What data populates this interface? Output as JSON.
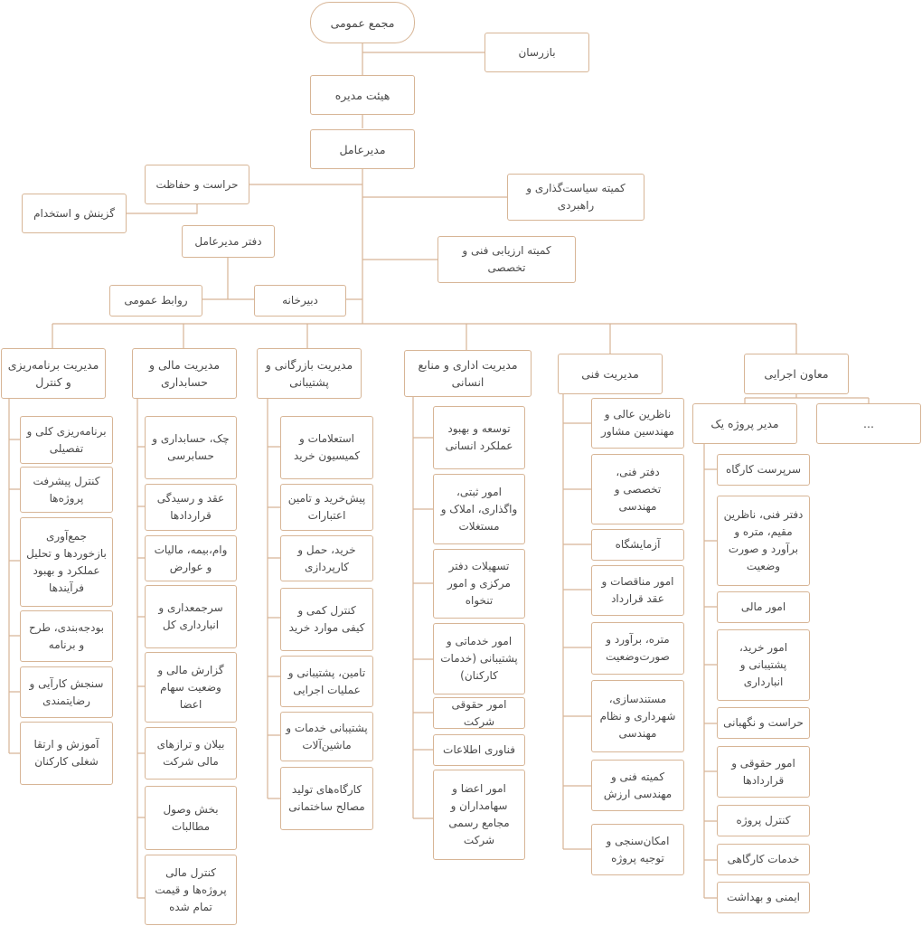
{
  "colors": {
    "border": "#d7b596",
    "line": "#d7b596",
    "text": "#4a4a4a"
  },
  "top": {
    "general_assembly": "مجمع عمومی",
    "inspectors": "بازرسان",
    "board": "هیئت مدیره",
    "ceo": "مدیرعامل",
    "security": "حراست و حفاظت",
    "recruitment": "گزینش و استخدام",
    "policy_committee": "کمیته سیاست‌گذاری و راهبردی",
    "ceo_office": "دفتر مدیرعامل",
    "evaluation_committee": "کمیته ارزیابی فنی و تخصصی",
    "public_relations": "روابط عمومی",
    "secretariat": "دبیرخانه"
  },
  "departments": {
    "planning": {
      "title": "مدیریت برنامه‌ریزی و کنترل",
      "items": [
        "برنامه‌ریزی کلی و تفصیلی",
        "کنترل پیشرفت پروژه‌ها",
        "جمع‌آوری بازخوردها و تحلیل عملکرد و بهبود فرآیندها",
        "بودجه‌بندی، طرح و برنامه",
        "سنجش کارآیی و رضایتمندی",
        "آموزش و ارتقا شغلی کارکنان"
      ]
    },
    "finance": {
      "title": "مدیریت مالی و حسابداری",
      "items": [
        "چک، حسابداری و حسابرسی",
        "عقد و رسیدگی قراردادها",
        "وام،بیمه، مالیات و عوارض",
        "سرجمعداری و انبارداری کل",
        "گزارش مالی و وضعیت سهام اعضا",
        "بیلان و ترازهای مالی شرکت",
        "بخش وصول مطالبات",
        "کنترل مالی پروژه‌ها و قیمت تمام شده"
      ]
    },
    "commerce": {
      "title": "مدیریت بازرگانی و پشتیبانی",
      "items": [
        "استعلامات و کمیسیون خرید",
        "پیش‌خرید و تامین اعتبارات",
        "خرید، حمل و کارپردازی",
        "کنترل کمی و کیفی موارد خرید",
        "تامین، پشتیبانی و عملیات اجرایی",
        "پشتیبانی خدمات و ماشین‌آلات",
        "کارگاه‌های تولید مصالح ساختمانی"
      ]
    },
    "admin": {
      "title": "مدیریت اداری و منابع انسانی",
      "items": [
        "توسعه و بهبود عملکرد انسانی",
        "امور ثبتی، واگذاری، املاک و مستغلات",
        "تسهیلات دفتر مرکزی و امور تنخواه",
        "امور خدماتی و پشتیبانی (خدمات کارکنان)",
        "امور حقوقی شرکت",
        "فناوری اطلاعات",
        "امور اعضا و سهامداران و مجامع رسمی شرکت"
      ]
    },
    "technical": {
      "title": "مدیریت فنی",
      "items": [
        "ناظرین عالی و مهندسین مشاور",
        "دفتر فنی، تخصصی و مهندسی",
        "آزمایشگاه",
        "امور مناقصات و عقد قرارداد",
        "متره، برآورد و صورت‌وضعیت",
        "مستندسازی، شهرداری و نظام مهندسی",
        "کمیته فنی و مهندسی ارزش",
        "امکان‌سنجی و توجیه پروژه"
      ]
    },
    "executive": {
      "title": "معاون اجرایی",
      "project_manager": "مدیر پروژه یک",
      "more": "...",
      "items": [
        "سرپرست کارگاه",
        "دفتر فنی، ناظرین مقیم، متره و برآورد و صورت وضعیت",
        "امور مالی",
        "امور خرید، پشتیبانی و انبارداری",
        "حراست و نگهبانی",
        "امور حقوقی و قراردادها",
        "کنترل پروژه",
        "خدمات کارگاهی",
        "ایمنی و بهداشت"
      ]
    }
  }
}
